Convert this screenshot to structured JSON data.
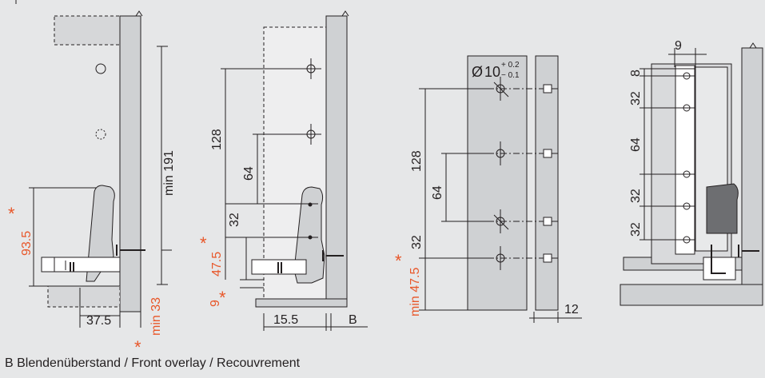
{
  "colors": {
    "background": "#e6e7e8",
    "line": "#231f20",
    "part_fill": "#cfd1d3",
    "accent": "#e8572a",
    "dark_fill": "#6d6e71",
    "white": "#ffffff"
  },
  "view1": {
    "dim_min_191": "min 191",
    "dim_93_5": "93.5",
    "dim_37_5": "37.5",
    "dim_min_33": "min 33",
    "asterisk_a": "*",
    "asterisk_b": "*"
  },
  "view2": {
    "dim_128": "128",
    "dim_64": "64",
    "dim_32": "32",
    "dim_47_5": "47.5",
    "dim_9": "9",
    "dim_15_5": "15.5",
    "dim_b": "B",
    "asterisk_a": "*",
    "asterisk_b": "*"
  },
  "view3": {
    "diameter_symbol": "Ø",
    "diameter_value": "10",
    "tol_upper": "+ 0.2",
    "tol_lower": "− 0.1",
    "dim_128": "128",
    "dim_64": "64",
    "dim_32": "32",
    "dim_min_47_5": "min 47.5",
    "dim_12": "12",
    "asterisk": "*"
  },
  "view4": {
    "dim_9": "9",
    "dim_8": "8",
    "dim_32_a": "32",
    "dim_64": "64",
    "dim_32_b": "32",
    "dim_32_c": "32"
  },
  "footer": {
    "legend": "B Blendenüberstand / Front overlay / Recouvrement"
  }
}
